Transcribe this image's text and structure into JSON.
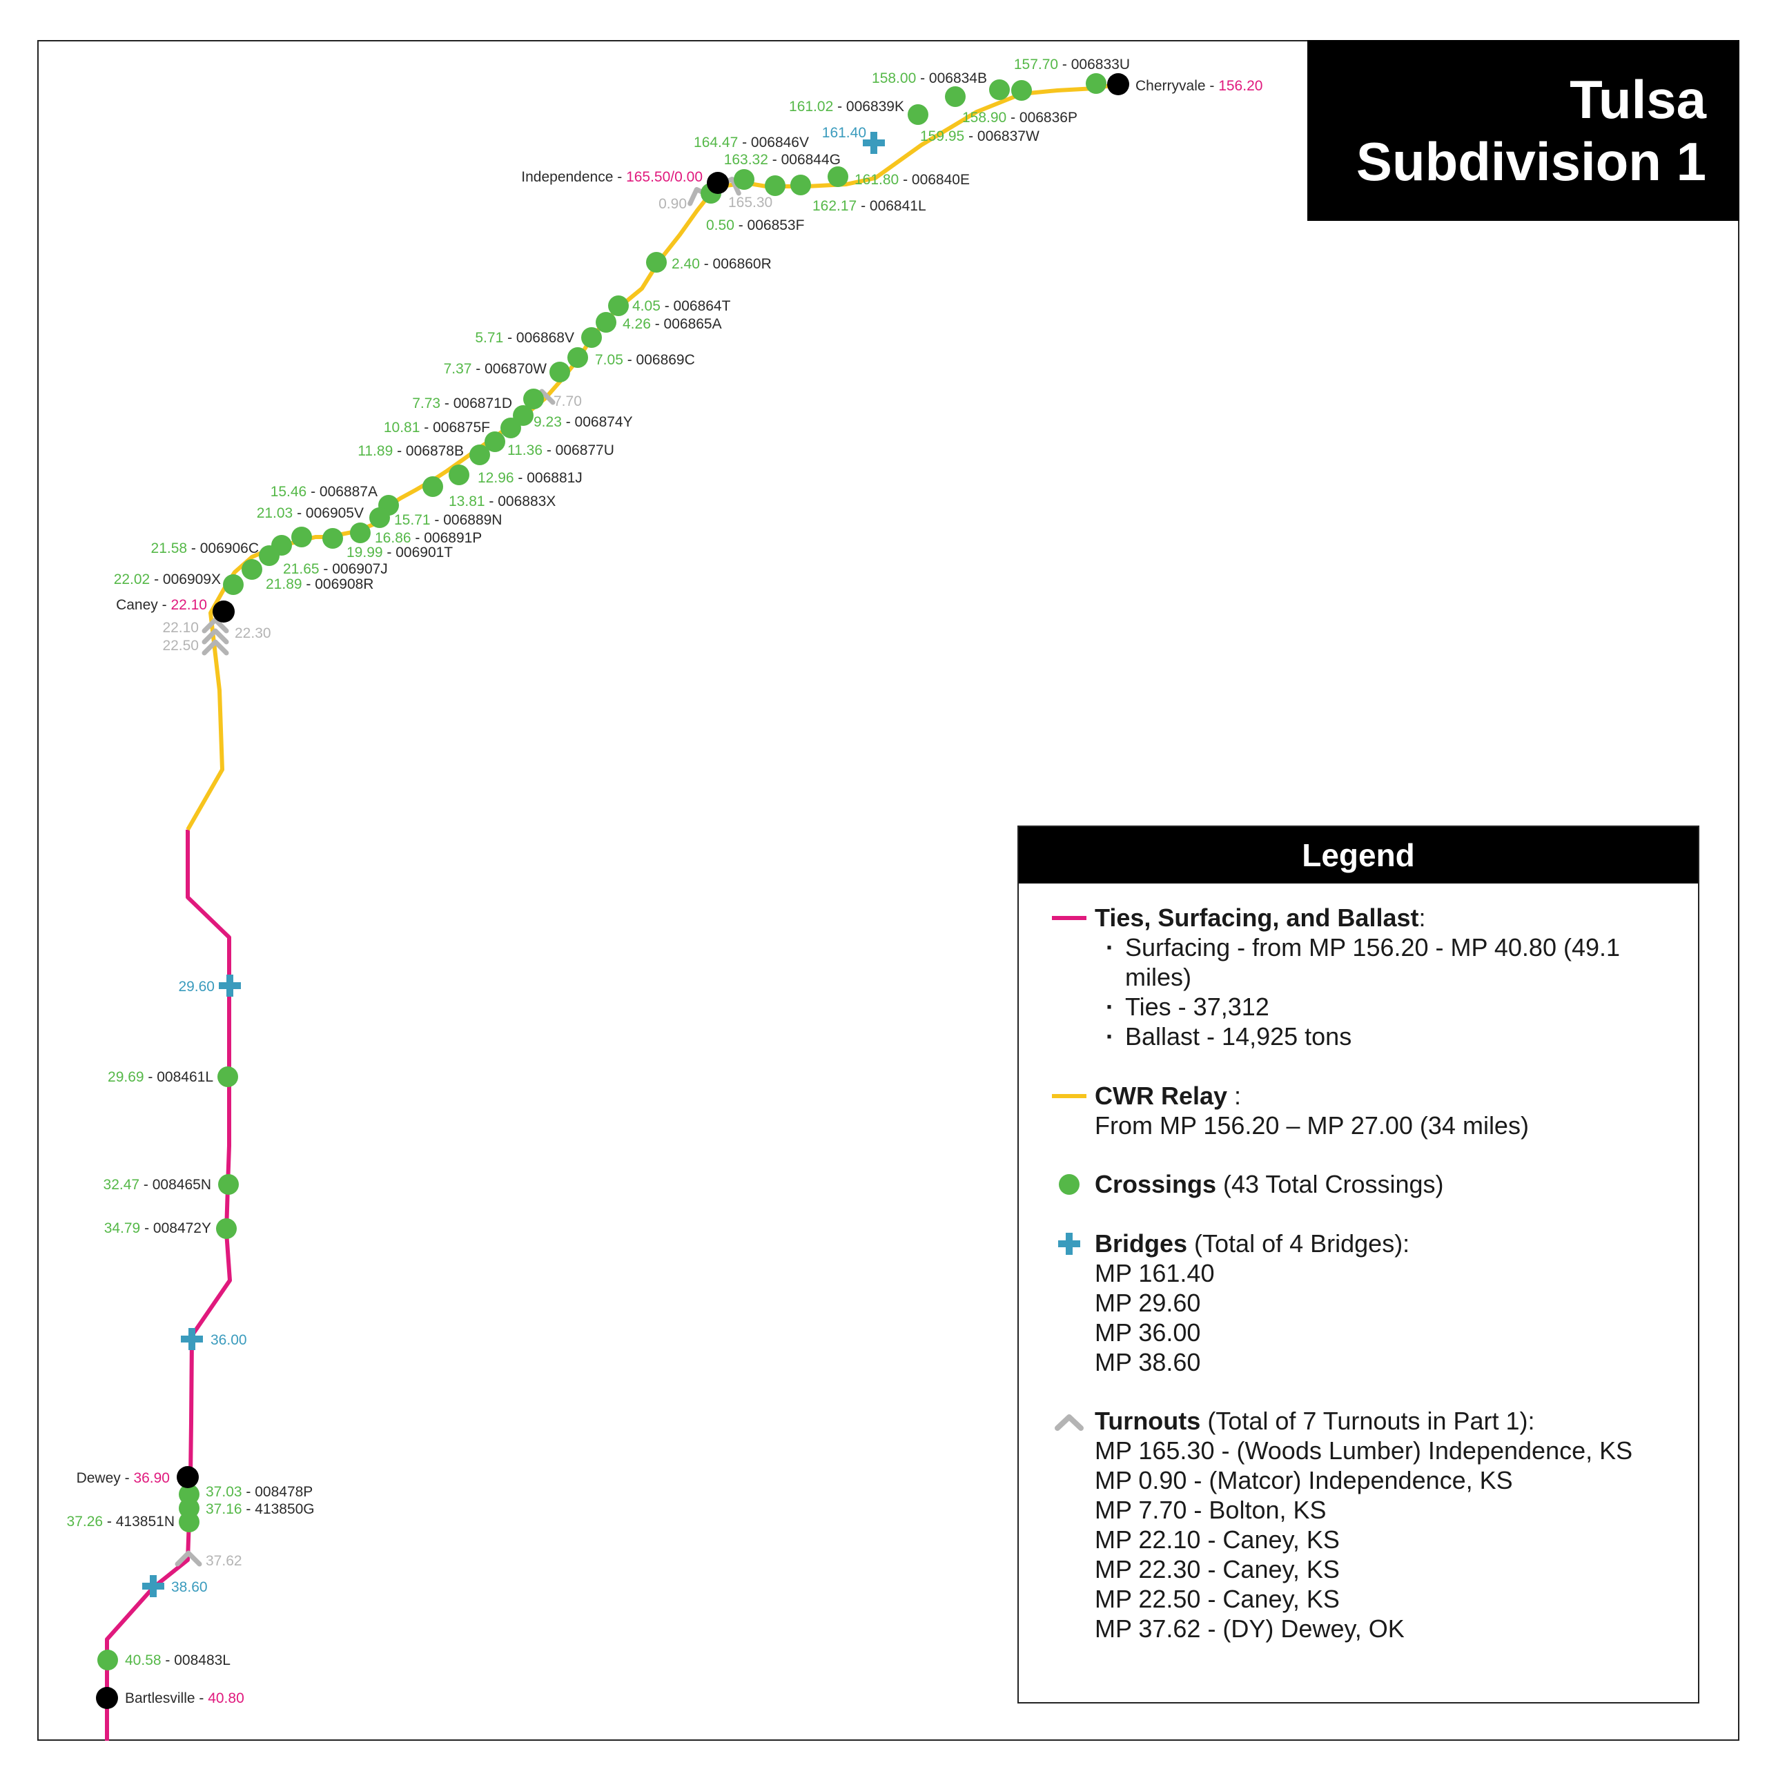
{
  "title": {
    "line1": "Tulsa",
    "line2": "Subdivision 1"
  },
  "colors": {
    "ties_surfacing_ballast": "#e0197d",
    "cwr_relay": "#f7c41d",
    "crossing": "#55b848",
    "bridge": "#3a9bbd",
    "turnout": "#b4b4b4",
    "station": "#000000"
  },
  "stations": [
    {
      "name": "Cherryvale",
      "sep": " - ",
      "mp": "156.20"
    },
    {
      "name": "Independence",
      "sep": " - ",
      "mp": "165.50/0.00"
    },
    {
      "name": "Caney",
      "sep": " - ",
      "mp": "22.10"
    },
    {
      "name": "Dewey",
      "sep": " - ",
      "mp": "36.90"
    },
    {
      "name": "Bartlesville",
      "sep": " - ",
      "mp": "40.80"
    }
  ],
  "crossings": [
    {
      "mp": "157.70",
      "id": " - 006833U"
    },
    {
      "mp": "158.00",
      "id": " - 006834B"
    },
    {
      "mp": "158.90",
      "id": " - 006836P"
    },
    {
      "mp": "159.95",
      "id": " - 006837W"
    },
    {
      "mp": "161.02",
      "id": " - 006839K"
    },
    {
      "mp": "161.80",
      "id": " - 006840E"
    },
    {
      "mp": "162.17",
      "id": " - 006841L"
    },
    {
      "mp": "163.32",
      "id": " - 006844G"
    },
    {
      "mp": "164.47",
      "id": " - 006846V"
    },
    {
      "mp": "0.50",
      "id": " - 006853F"
    },
    {
      "mp": "2.40",
      "id": " - 006860R"
    },
    {
      "mp": "4.05",
      "id": " - 006864T"
    },
    {
      "mp": "4.26",
      "id": " - 006865A"
    },
    {
      "mp": "5.71",
      "id": " - 006868V"
    },
    {
      "mp": "7.05",
      "id": " - 006869C"
    },
    {
      "mp": "7.37",
      "id": " - 006870W"
    },
    {
      "mp": "7.73",
      "id": " - 006871D"
    },
    {
      "mp": "9.23",
      "id": " - 006874Y"
    },
    {
      "mp": "10.81",
      "id": " - 006875F"
    },
    {
      "mp": "11.36",
      "id": " - 006877U"
    },
    {
      "mp": "11.89",
      "id": " - 006878B"
    },
    {
      "mp": "12.96",
      "id": " - 006881J"
    },
    {
      "mp": "13.81",
      "id": " - 006883X"
    },
    {
      "mp": "15.46",
      "id": " - 006887A"
    },
    {
      "mp": "15.71",
      "id": " - 006889N"
    },
    {
      "mp": "16.86",
      "id": " - 006891P"
    },
    {
      "mp": "19.99",
      "id": " - 006901T"
    },
    {
      "mp": "21.03",
      "id": " - 006905V"
    },
    {
      "mp": "21.58",
      "id": " - 006906C"
    },
    {
      "mp": "21.65",
      "id": " - 006907J"
    },
    {
      "mp": "21.89",
      "id": " - 006908R"
    },
    {
      "mp": "22.02",
      "id": " - 006909X"
    },
    {
      "mp": "29.69",
      "id": " - 008461L"
    },
    {
      "mp": "32.47",
      "id": " - 008465N"
    },
    {
      "mp": "34.79",
      "id": " - 008472Y"
    },
    {
      "mp": "37.03",
      "id": " - 008478P"
    },
    {
      "mp": "37.16",
      "id": " - 413850G"
    },
    {
      "mp": "37.26",
      "id": " - 413851N"
    },
    {
      "mp": "40.58",
      "id": " - 008483L"
    }
  ],
  "bridges": [
    "161.40",
    "29.60",
    "36.00",
    "38.60"
  ],
  "turnouts": [
    "165.30",
    "0.90",
    "7.70",
    "22.10",
    "22.30",
    "22.50",
    "37.62"
  ],
  "legend": {
    "heading": "Legend",
    "ties": {
      "name": "Ties, Surfacing, and Ballast",
      "suffix": ":",
      "items": [
        "Surfacing - from MP 156.20 - MP 40.80 (49.1 miles)",
        "Ties - 37,312",
        "Ballast - 14,925 tons"
      ]
    },
    "cwr": {
      "name": "CWR Relay",
      "suffix": " :",
      "detail": "From MP 156.20 – MP 27.00 (34 miles)"
    },
    "crossings": {
      "name": "Crossings",
      "detail": " (43 Total Crossings)"
    },
    "bridges": {
      "name": "Bridges",
      "detail": " (Total of 4 Bridges):",
      "items": [
        "MP 161.40",
        "MP 29.60",
        "MP 36.00",
        "MP 38.60"
      ]
    },
    "turnouts": {
      "name": "Turnouts",
      "detail": " (Total of 7 Turnouts in Part 1):",
      "items": [
        "MP 165.30 - (Woods Lumber) Independence, KS",
        "MP 0.90 - (Matcor) Independence, KS",
        "MP 7.70 - Bolton, KS",
        "MP 22.10 - Caney, KS",
        "MP 22.30 - Caney, KS",
        "MP 22.50 - Caney, KS",
        "MP 37.62 - (DY) Dewey, OK"
      ]
    }
  }
}
